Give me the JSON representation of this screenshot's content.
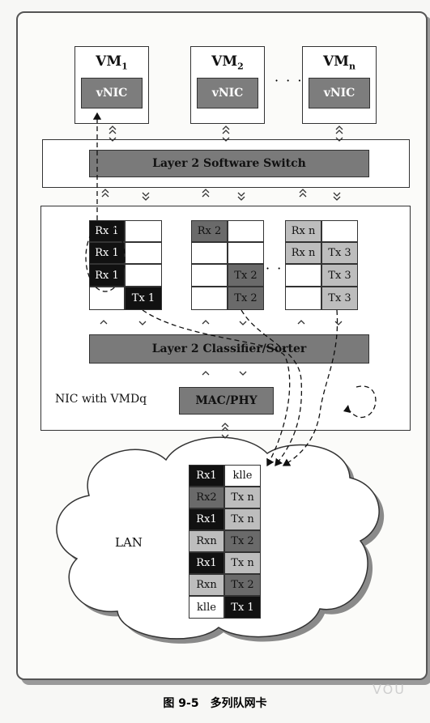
{
  "vms": [
    {
      "name": "VM",
      "sub": "1",
      "nic": "vNIC"
    },
    {
      "name": "VM",
      "sub": "2",
      "nic": "vNIC"
    },
    {
      "name": "VM",
      "sub": "n",
      "nic": "vNIC"
    }
  ],
  "vm_ellipsis": "· · ·",
  "switch_label": "Layer 2 Software Switch",
  "queues": {
    "q1": {
      "rows": [
        [
          "Rx 1",
          ""
        ],
        [
          "Rx 1",
          ""
        ],
        [
          "Rx 1",
          ""
        ],
        [
          "",
          "Tx 1"
        ]
      ]
    },
    "q2": {
      "rows": [
        [
          "Rx 2",
          ""
        ],
        [
          "",
          ""
        ],
        [
          "",
          "Tx 2"
        ],
        [
          "",
          "Tx 2"
        ]
      ]
    },
    "q3": {
      "rows": [
        [
          "Rx n",
          ""
        ],
        [
          "Rx n",
          "Tx 3"
        ],
        [
          "",
          "Tx 3"
        ],
        [
          "",
          "Tx 3"
        ]
      ]
    },
    "ellipsis": "· · ·"
  },
  "classifier_label": "Layer 2 Classifier/Sorter",
  "macphy_label": "MAC/PHY",
  "nic_label": "NIC with VMDq",
  "lan_label": "LAN",
  "lan_table": [
    [
      "Rx1",
      "klle"
    ],
    [
      "Rx2",
      "Tx n"
    ],
    [
      "Rx1",
      "Tx n"
    ],
    [
      "Rxn",
      "Tx 2"
    ],
    [
      "Rx1",
      "Tx n"
    ],
    [
      "Rxn",
      "Tx 2"
    ],
    [
      "klle",
      "Tx 1"
    ]
  ],
  "caption": "图 9-5　多列队网卡",
  "watermark": "VOU",
  "colors": {
    "dark": "#6a6a6a",
    "black": "#111111",
    "light": "#bdbdbd"
  }
}
